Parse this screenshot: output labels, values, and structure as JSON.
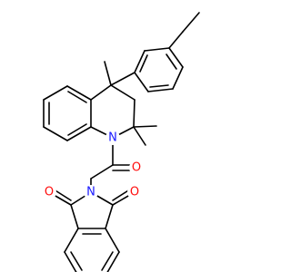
{
  "molecule": {
    "colors": {
      "bond": "#000000",
      "nitrogen": "#1a1aff",
      "oxygen": "#ff0d0d",
      "background": "#ffffff"
    },
    "atoms": [
      {
        "id": "n_quinoline",
        "label": "N",
        "element": "N"
      },
      {
        "id": "o_amide",
        "label": "O",
        "element": "O"
      },
      {
        "id": "n_imide",
        "label": "N",
        "element": "N"
      },
      {
        "id": "o_imide_left",
        "label": "O",
        "element": "O"
      },
      {
        "id": "o_imide_right",
        "label": "O",
        "element": "O"
      }
    ]
  }
}
